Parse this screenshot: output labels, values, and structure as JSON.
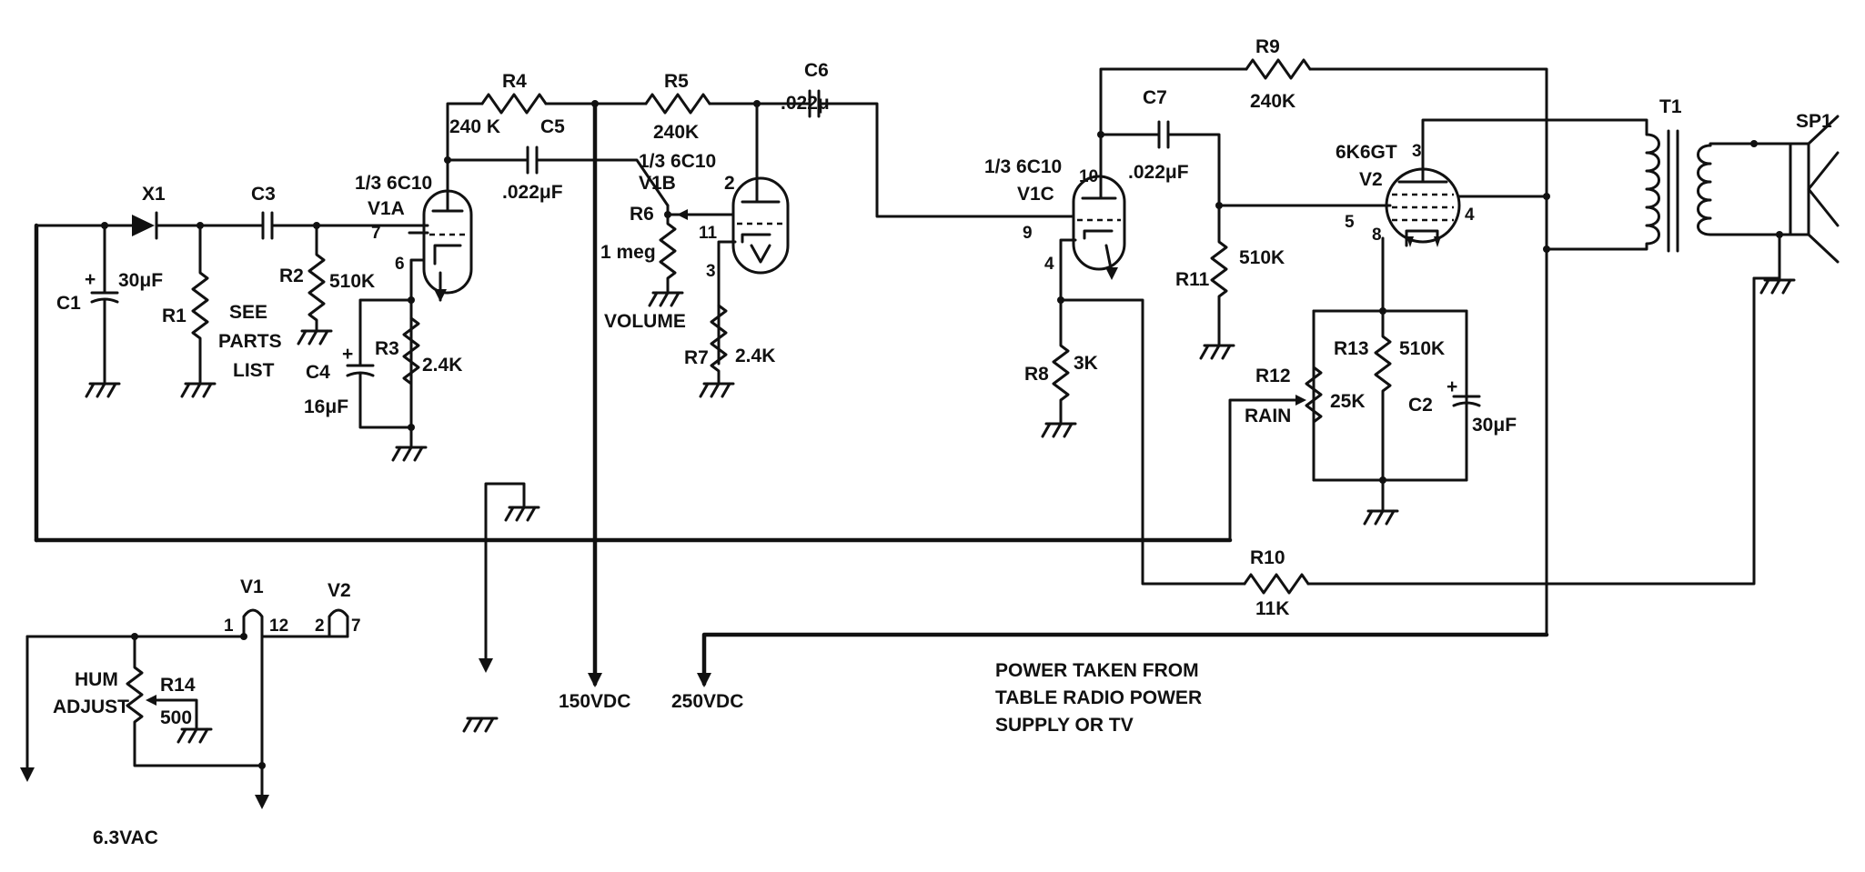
{
  "components": {
    "X1": {
      "ref": "X1"
    },
    "C1": {
      "ref": "C1",
      "value": "30μF",
      "polarity": "+"
    },
    "R1": {
      "ref": "R1",
      "note": [
        "SEE",
        "PARTS",
        "LIST"
      ]
    },
    "C3": {
      "ref": "C3"
    },
    "R2": {
      "ref": "R2",
      "value": "510K"
    },
    "C4": {
      "ref": "C4",
      "value": "16μF",
      "polarity": "+"
    },
    "R3": {
      "ref": "R3",
      "value": "2.4K"
    },
    "V1A": {
      "type": "1/3 6C10",
      "ref": "V1A",
      "pins": [
        "7",
        "6"
      ]
    },
    "R4": {
      "ref": "R4",
      "value": "240 K"
    },
    "C5": {
      "ref": "C5",
      "value": ".022μF"
    },
    "R5": {
      "ref": "R5",
      "value": "240K"
    },
    "V1B": {
      "type": "1/3 6C10",
      "ref": "V1B",
      "pins": [
        "2",
        "11",
        "3"
      ]
    },
    "R6": {
      "ref": "R6",
      "value": "1 meg",
      "label": "VOLUME"
    },
    "R7": {
      "ref": "R7",
      "value": "2.4K"
    },
    "C6": {
      "ref": "C6",
      "value": ".022μ"
    },
    "V1C": {
      "type": "1/3 6C10",
      "ref": "V1C",
      "pins": [
        "10",
        "9",
        "4"
      ]
    },
    "R8": {
      "ref": "R8",
      "value": "3K"
    },
    "R9": {
      "ref": "R9",
      "value": "240K"
    },
    "C7": {
      "ref": "C7",
      "value": ".022μF"
    },
    "R11": {
      "ref": "R11",
      "value": "510K"
    },
    "V2": {
      "type": "6K6GT",
      "ref": "V2",
      "pins": [
        "3",
        "5",
        "8",
        "4"
      ]
    },
    "R12": {
      "ref": "R12",
      "value": "25K",
      "label": "RAIN"
    },
    "R13": {
      "ref": "R13",
      "value": "510K"
    },
    "C2": {
      "ref": "C2",
      "value": "30μF",
      "polarity": "+"
    },
    "R10": {
      "ref": "R10",
      "value": "11K"
    },
    "T1": {
      "ref": "T1"
    },
    "SP1": {
      "ref": "SP1"
    },
    "R14": {
      "ref": "R14",
      "value": "500",
      "label": [
        "HUM",
        "ADJUST"
      ]
    }
  },
  "heaters": {
    "V1": {
      "ref": "V1",
      "pins": [
        "1",
        "12"
      ]
    },
    "V2": {
      "ref": "V2",
      "pins": [
        "2",
        "7"
      ]
    }
  },
  "supplies": {
    "vdc150": "150VDC",
    "vdc250": "250VDC",
    "vac": "6.3VAC"
  },
  "note": [
    "POWER TAKEN FROM",
    "TABLE RADIO POWER",
    "SUPPLY OR TV"
  ]
}
